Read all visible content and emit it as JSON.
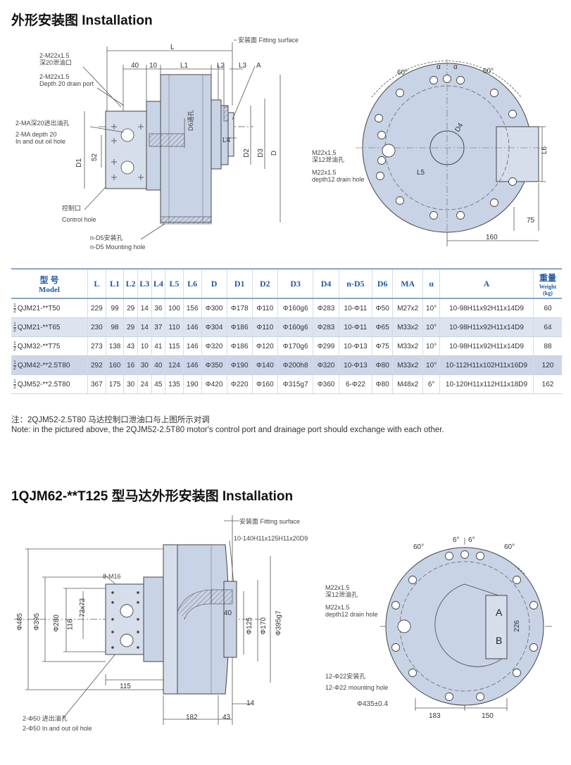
{
  "section1": {
    "title": "外形安装图 Installation",
    "labels": {
      "fitting_surface": "安装面 Fitting surface",
      "drain_cn": "2-M22x1.5",
      "drain_cn2": "深20泄油口",
      "drain_en": "2-M22x1.5",
      "drain_en2": "Depth 20 drain port",
      "oil_cn": "2-MA深20进出油孔",
      "oil_en": "2-MA depth 20",
      "oil_en2": "In and out oil hole",
      "control_cn": "控制口",
      "control_en": "Control hole",
      "mount_cn": "n-D5安装孔",
      "mount_en": "n-D5 Mounting hole",
      "d6_hole": "D6通孔",
      "m22_cn": "M22x1.5",
      "m22_cn2": "深12泄油孔",
      "m22_en": "M22x1.5",
      "m22_en2": "depth12 drain hole"
    },
    "dims": {
      "L": "L",
      "d40": "40",
      "d10": "10",
      "L1": "L1",
      "L2": "L2",
      "L3": "L3",
      "A": "A",
      "d52": "52",
      "D1": "D1",
      "L4": "L4",
      "D2": "D2",
      "D3": "D3",
      "D": "D",
      "a60l": "60°",
      "alpha1": "α",
      "alpha2": "α",
      "a60r": "60°",
      "D4": "D4",
      "L6": "L6",
      "L5": "L5",
      "d75": "75",
      "d160": "160"
    }
  },
  "table": {
    "headers": [
      {
        "main": "型 号",
        "sub": "Model"
      },
      {
        "main": "L"
      },
      {
        "main": "L1"
      },
      {
        "main": "L2"
      },
      {
        "main": "L3"
      },
      {
        "main": "L4"
      },
      {
        "main": "L5"
      },
      {
        "main": "L6"
      },
      {
        "main": "D"
      },
      {
        "main": "D1"
      },
      {
        "main": "D2"
      },
      {
        "main": "D3"
      },
      {
        "main": "D4"
      },
      {
        "main": "n-D5"
      },
      {
        "main": "D6"
      },
      {
        "main": "MA"
      },
      {
        "main": "α"
      },
      {
        "main": "A"
      },
      {
        "main": "重量",
        "sub": "Weight (kg)"
      }
    ],
    "rows": [
      [
        "QJM21-**T50",
        "229",
        "99",
        "29",
        "14",
        "36",
        "100",
        "156",
        "Φ300",
        "Φ178",
        "Φ110",
        "Φ160g6",
        "Φ283",
        "10-Φ11",
        "Φ50",
        "M27x2",
        "10°",
        "10-98H11x92H11x14D9",
        "60"
      ],
      [
        "QJM21-**T65",
        "230",
        "98",
        "29",
        "14",
        "37",
        "110",
        "146",
        "Φ304",
        "Φ186",
        "Φ110",
        "Φ160g6",
        "Φ283",
        "10-Φ11",
        "Φ65",
        "M33x2",
        "10°",
        "10-98H11x92H11x14D9",
        "64"
      ],
      [
        "QJM32-**T75",
        "273",
        "138",
        "43",
        "10",
        "41",
        "115",
        "146",
        "Φ320",
        "Φ186",
        "Φ120",
        "Φ170g6",
        "Φ299",
        "10-Φ13",
        "Φ75",
        "M33x2",
        "10°",
        "10-98H11x92H11x14D9",
        "88"
      ],
      [
        "QJM42-**2.5T80",
        "292",
        "160",
        "16",
        "30",
        "40",
        "124",
        "146",
        "Φ350",
        "Φ190",
        "Φ140",
        "Φ200h8",
        "Φ320",
        "10-Φ13",
        "Φ80",
        "M33x2",
        "10°",
        "10-112H11x102H11x16D9",
        "120"
      ],
      [
        "QJM52-**2.5T80",
        "367",
        "175",
        "30",
        "24",
        "45",
        "135",
        "190",
        "Φ420",
        "Φ220",
        "Φ160",
        "Φ315g7",
        "Φ360",
        "6-Φ22",
        "Φ80",
        "M48x2",
        "6°",
        "10-120H11x112H11x18D9",
        "162"
      ]
    ],
    "prefix_top": "1",
    "prefix_bottom": "2"
  },
  "notes": {
    "cn": "注：2QJM52-2.5T80 马达控制口泄油口与上图所示对调",
    "en": "Note:  in the pictured above, the 2QJM52-2.5T80 motor's control port and drainage port should exchange with each other."
  },
  "section2": {
    "title": "1QJM62-**T125 型马达外形安装图 Installation",
    "labels": {
      "fitting_surface": "安装面 Fitting surface",
      "spline": "10-140H11x125H11x20D9",
      "m16": "8-M16",
      "oil_cn": "2-Φ50 进出油孔",
      "oil_en": "2-Φ50 In and out oil hole",
      "m22_cn": "M22x1.5",
      "m22_cn2": "深12泄油孔",
      "m22_en": "M22x1.5",
      "m22_en2": "depth12 drain hole",
      "mount_cn": "12-Φ22安装孔",
      "mount_en": "12-Φ22 mounting hole",
      "pcd": "Φ435±0.4",
      "port_a": "A",
      "port_b": "B"
    },
    "dims": {
      "d485": "Φ485",
      "d395": "Φ395",
      "d280": "Φ280",
      "d116": "116",
      "d73": "73x73",
      "d115": "115",
      "d40": "40",
      "d125": "Φ125",
      "d170": "Φ170",
      "d395g7": "Φ395g7",
      "d14": "14",
      "d182": "182",
      "d43": "43",
      "a60l": "60°",
      "a6l": "6°",
      "a6r": "6°",
      "a60r": "60°",
      "d226": "226",
      "d183": "183",
      "d150": "150"
    }
  }
}
